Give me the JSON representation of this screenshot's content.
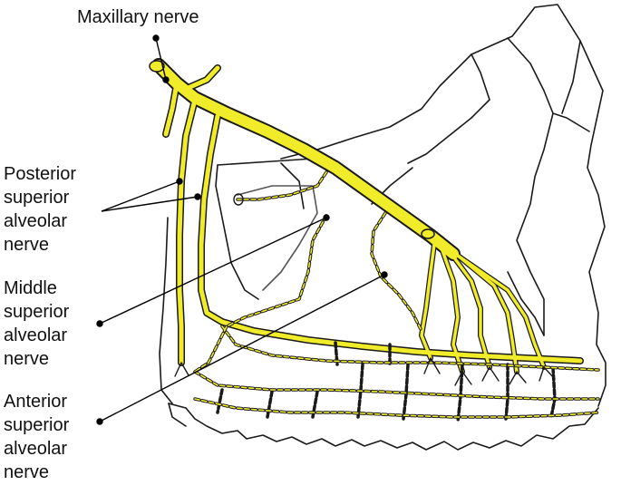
{
  "labels": {
    "maxillary": "Maxillary nerve",
    "posterior": [
      "Posterior",
      "superior",
      "alveolar",
      "nerve"
    ],
    "middle": [
      "Middle",
      "superior",
      "alveolar",
      "nerve"
    ],
    "anterior": [
      "Anterior",
      "superior",
      "alveolar",
      "nerve"
    ]
  },
  "colors": {
    "nerve_fill": "#f1ec2a",
    "nerve_outline": "#1a1a1a",
    "bone_outline": "#1a1a1a",
    "leader": "#000000",
    "background": "#ffffff"
  }
}
